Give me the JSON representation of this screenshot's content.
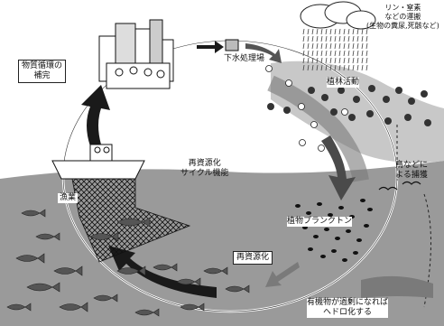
{
  "labels": {
    "material_cycle": "物質循環の\n補完",
    "sewage_plant": "下水処理場",
    "phosphorus_nitrogen": "リン・窒素\nなどの運搬\n(生物の糞尿,死骸など)",
    "afforestation": "植林活動",
    "recycling_function": "再資源化\nサイクル機能",
    "fishery": "漁業",
    "birds_capture": "鳥などに\nよる捕獲",
    "phytoplankton": "植物プランクトン",
    "remineralization": "再資源化",
    "sludge_note": "有機物が過剰になれば\nヘドロ化する"
  },
  "colors": {
    "sea_gray": "#9a9a9a",
    "sky": "#ffffff",
    "arrow_dark": "#1a1a1a",
    "arrow_gray": "#6b6b6b"
  }
}
